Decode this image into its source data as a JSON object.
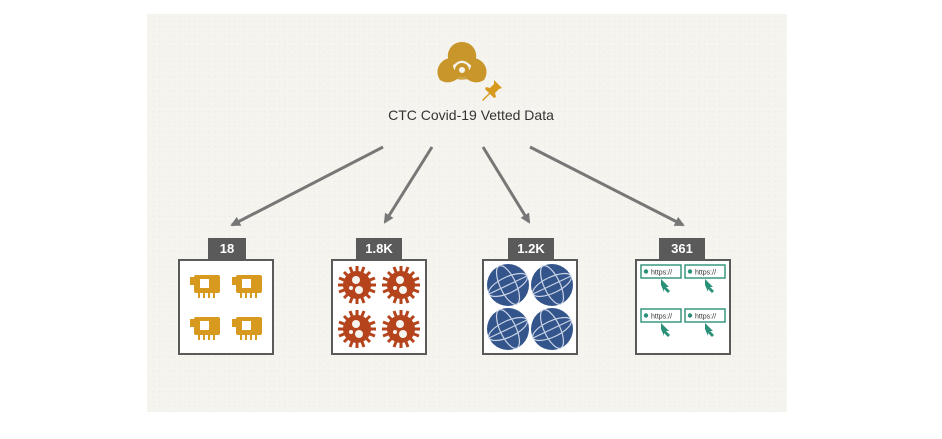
{
  "hub": {
    "title": "CTC Covid-19 Vetted Data",
    "icon": "biohazard-icon",
    "badge_icon": "pushpin-icon"
  },
  "nodes": [
    {
      "id": "indicators",
      "count": "18",
      "icon": "network-card-icon"
    },
    {
      "id": "viruses",
      "count": "1.8K",
      "icon": "virus-icon"
    },
    {
      "id": "domains",
      "count": "1.2K",
      "icon": "globe-icon"
    },
    {
      "id": "urls",
      "count": "361",
      "icon": "url-link-icon",
      "icon_text": "https://"
    }
  ],
  "colors": {
    "hub_icon": "#c8962a",
    "card_icon": "#d89a1e",
    "virus": "#b5441c",
    "globe": "#34558b",
    "url": "#2a9078",
    "badge": "#5a5a5a",
    "arrow": "#777777"
  }
}
